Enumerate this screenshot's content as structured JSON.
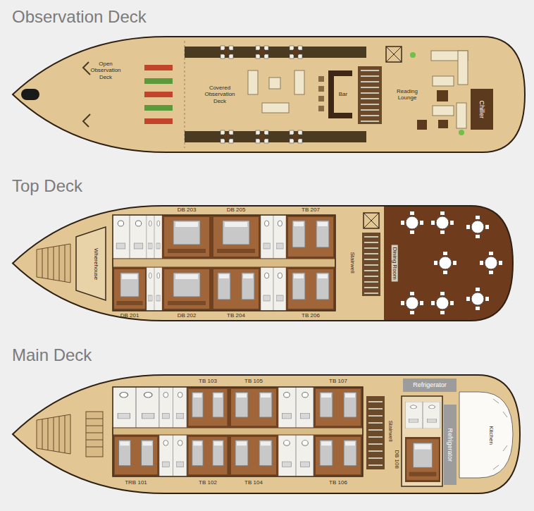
{
  "diagram": {
    "nodes": [
      {
        "text": [
          "Observation Deck"
        ]
      },
      {
        "text": [
          "Chiller"
        ],
        "in": 0
      },
      {
        "text": [
          "Top Deck"
        ]
      },
      {
        "text": [
          "Wherehouse"
        ],
        "in": 2
      },
      {
        "text": [
          "Dining Room"
        ],
        "in": 2
      },
      {
        "text": [
          "Main Deck"
        ]
      },
      {
        "text": [
          "Refrigerator"
        ],
        "in": 5
      },
      {
        "text": [
          "Refrigerator"
        ],
        "in": 5
      }
    ],
    "labels": [
      "Open Observation Deck",
      "Covered Observation Deck",
      "Bar",
      "Reading Lounge",
      "DB 203",
      "DB 205",
      "TB 207",
      "DB 201",
      "DB 202",
      "TB 204",
      "TB 206",
      "Stairwell",
      "TB 103",
      "TB 105",
      "TB 107",
      "TRB 101",
      "TB 102",
      "TB 104",
      "TB 106",
      "Stairwell",
      "DB 108",
      "Kitchen"
    ]
  }
}
